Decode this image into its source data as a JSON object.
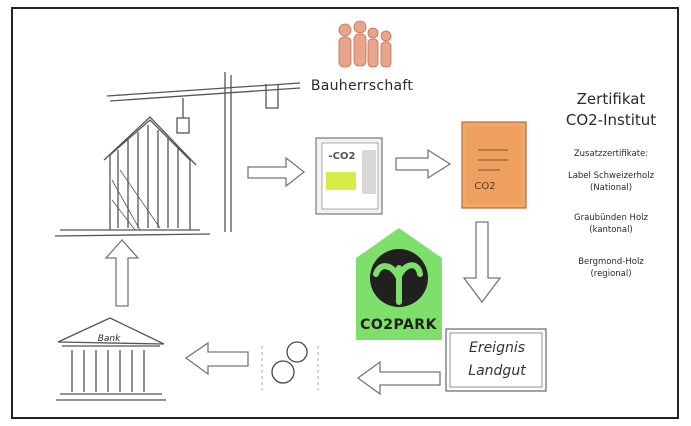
{
  "client": {
    "label": "Bauherrschaft"
  },
  "co2_document": {
    "text": "-CO2"
  },
  "certificate_document": {
    "text": "CO2"
  },
  "certificate": {
    "title_line1": "Zertifikat",
    "title_line2": "CO2-Institut",
    "additional_heading": "Zusatzzertifikate:",
    "labels": [
      {
        "name": "Label Schweizerholz",
        "scope": "(National)"
      },
      {
        "name": "Graubünden Holz",
        "scope": "(kantonal)"
      },
      {
        "name": "Bergmond-Holz",
        "scope": "(regional)"
      }
    ]
  },
  "logo": {
    "wordmark": "CO2PARK",
    "color": "#7ee06a"
  },
  "forest_sign": {
    "line1": "Ereignis",
    "line2": "Landgut"
  },
  "bank": {
    "label": "Bank"
  },
  "icons": [
    "people-icon",
    "house-icon",
    "crane-icon",
    "co2-document-icon",
    "certificate-document-icon",
    "tree-logo-icon",
    "forest-sign-icon",
    "coins-icon",
    "bank-icon",
    "arrow-icon"
  ]
}
